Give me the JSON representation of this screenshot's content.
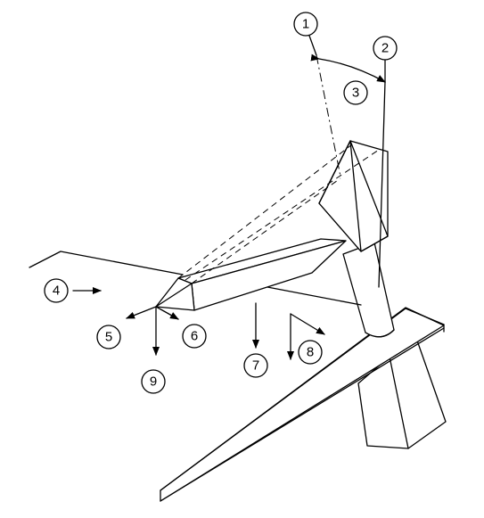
{
  "diagram": {
    "callouts": [
      {
        "id": "c1",
        "label": "1"
      },
      {
        "id": "c2",
        "label": "2"
      },
      {
        "id": "c3",
        "label": "3"
      },
      {
        "id": "c4",
        "label": "4"
      },
      {
        "id": "c5",
        "label": "5"
      },
      {
        "id": "c6",
        "label": "6"
      },
      {
        "id": "c7",
        "label": "7"
      },
      {
        "id": "c8",
        "label": "8"
      },
      {
        "id": "c9",
        "label": "9"
      }
    ],
    "colors": {
      "line": "#000000",
      "background": "#ffffff"
    }
  }
}
